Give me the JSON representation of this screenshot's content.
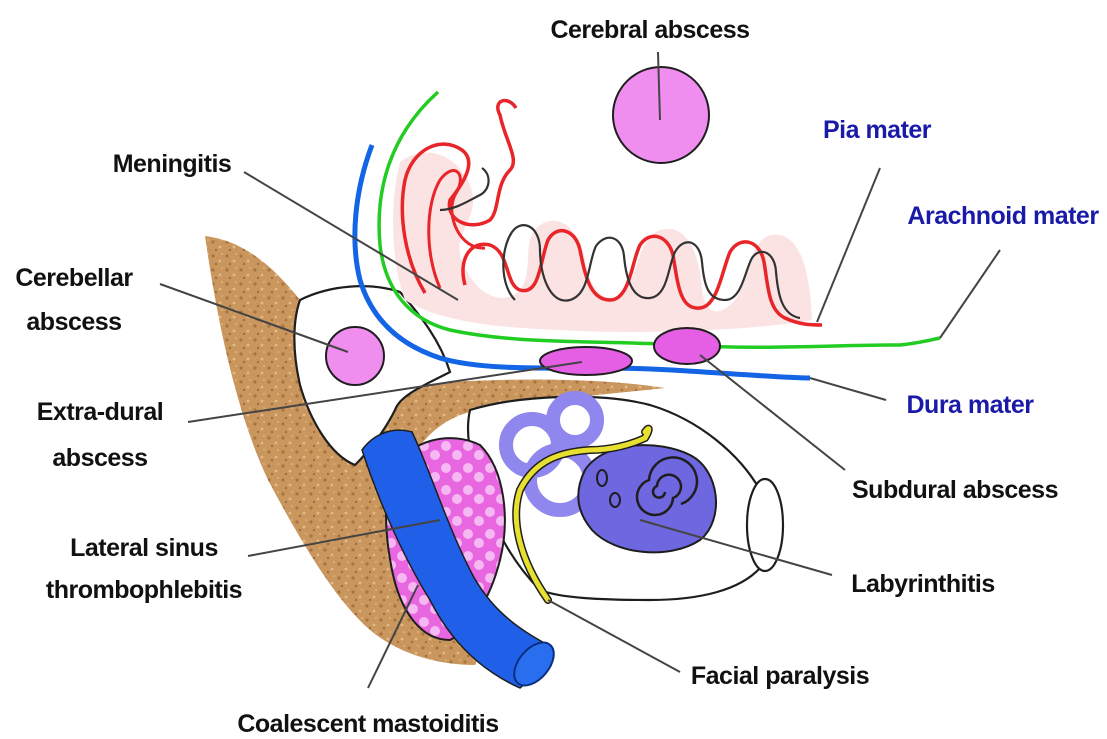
{
  "labels": {
    "cerebral_abscess": "Cerebral abscess",
    "pia_mater": "Pia mater",
    "arachnoid_mater": "Arachnoid mater",
    "meningitis": "Meningitis",
    "cerebellar_abscess_line1": "Cerebellar",
    "cerebellar_abscess_line2": "abscess",
    "extradural_abscess_line1": "Extra-dural",
    "extradural_abscess_line2": "abscess",
    "dura_mater": "Dura mater",
    "subdural_abscess": "Subdural abscess",
    "lateral_sinus_line1": "Lateral sinus",
    "lateral_sinus_line2": "thrombophlebitis",
    "labyrinthitis": "Labyrinthitis",
    "facial_paralysis": "Facial paralysis",
    "coalescent_mastoiditis": "Coalescent mastoiditis"
  },
  "colors": {
    "membrane_label": "#1a1aa8",
    "pia_mater": "#e8262a",
    "arachnoid_mater": "#22cc22",
    "dura_mater": "#1464e6",
    "abscess_fill": "#f08ef0",
    "bone": "#c9965e",
    "sinus": "#2060e8",
    "labyrinth": "#7b6fe6",
    "facial_nerve": "#e8e030"
  }
}
